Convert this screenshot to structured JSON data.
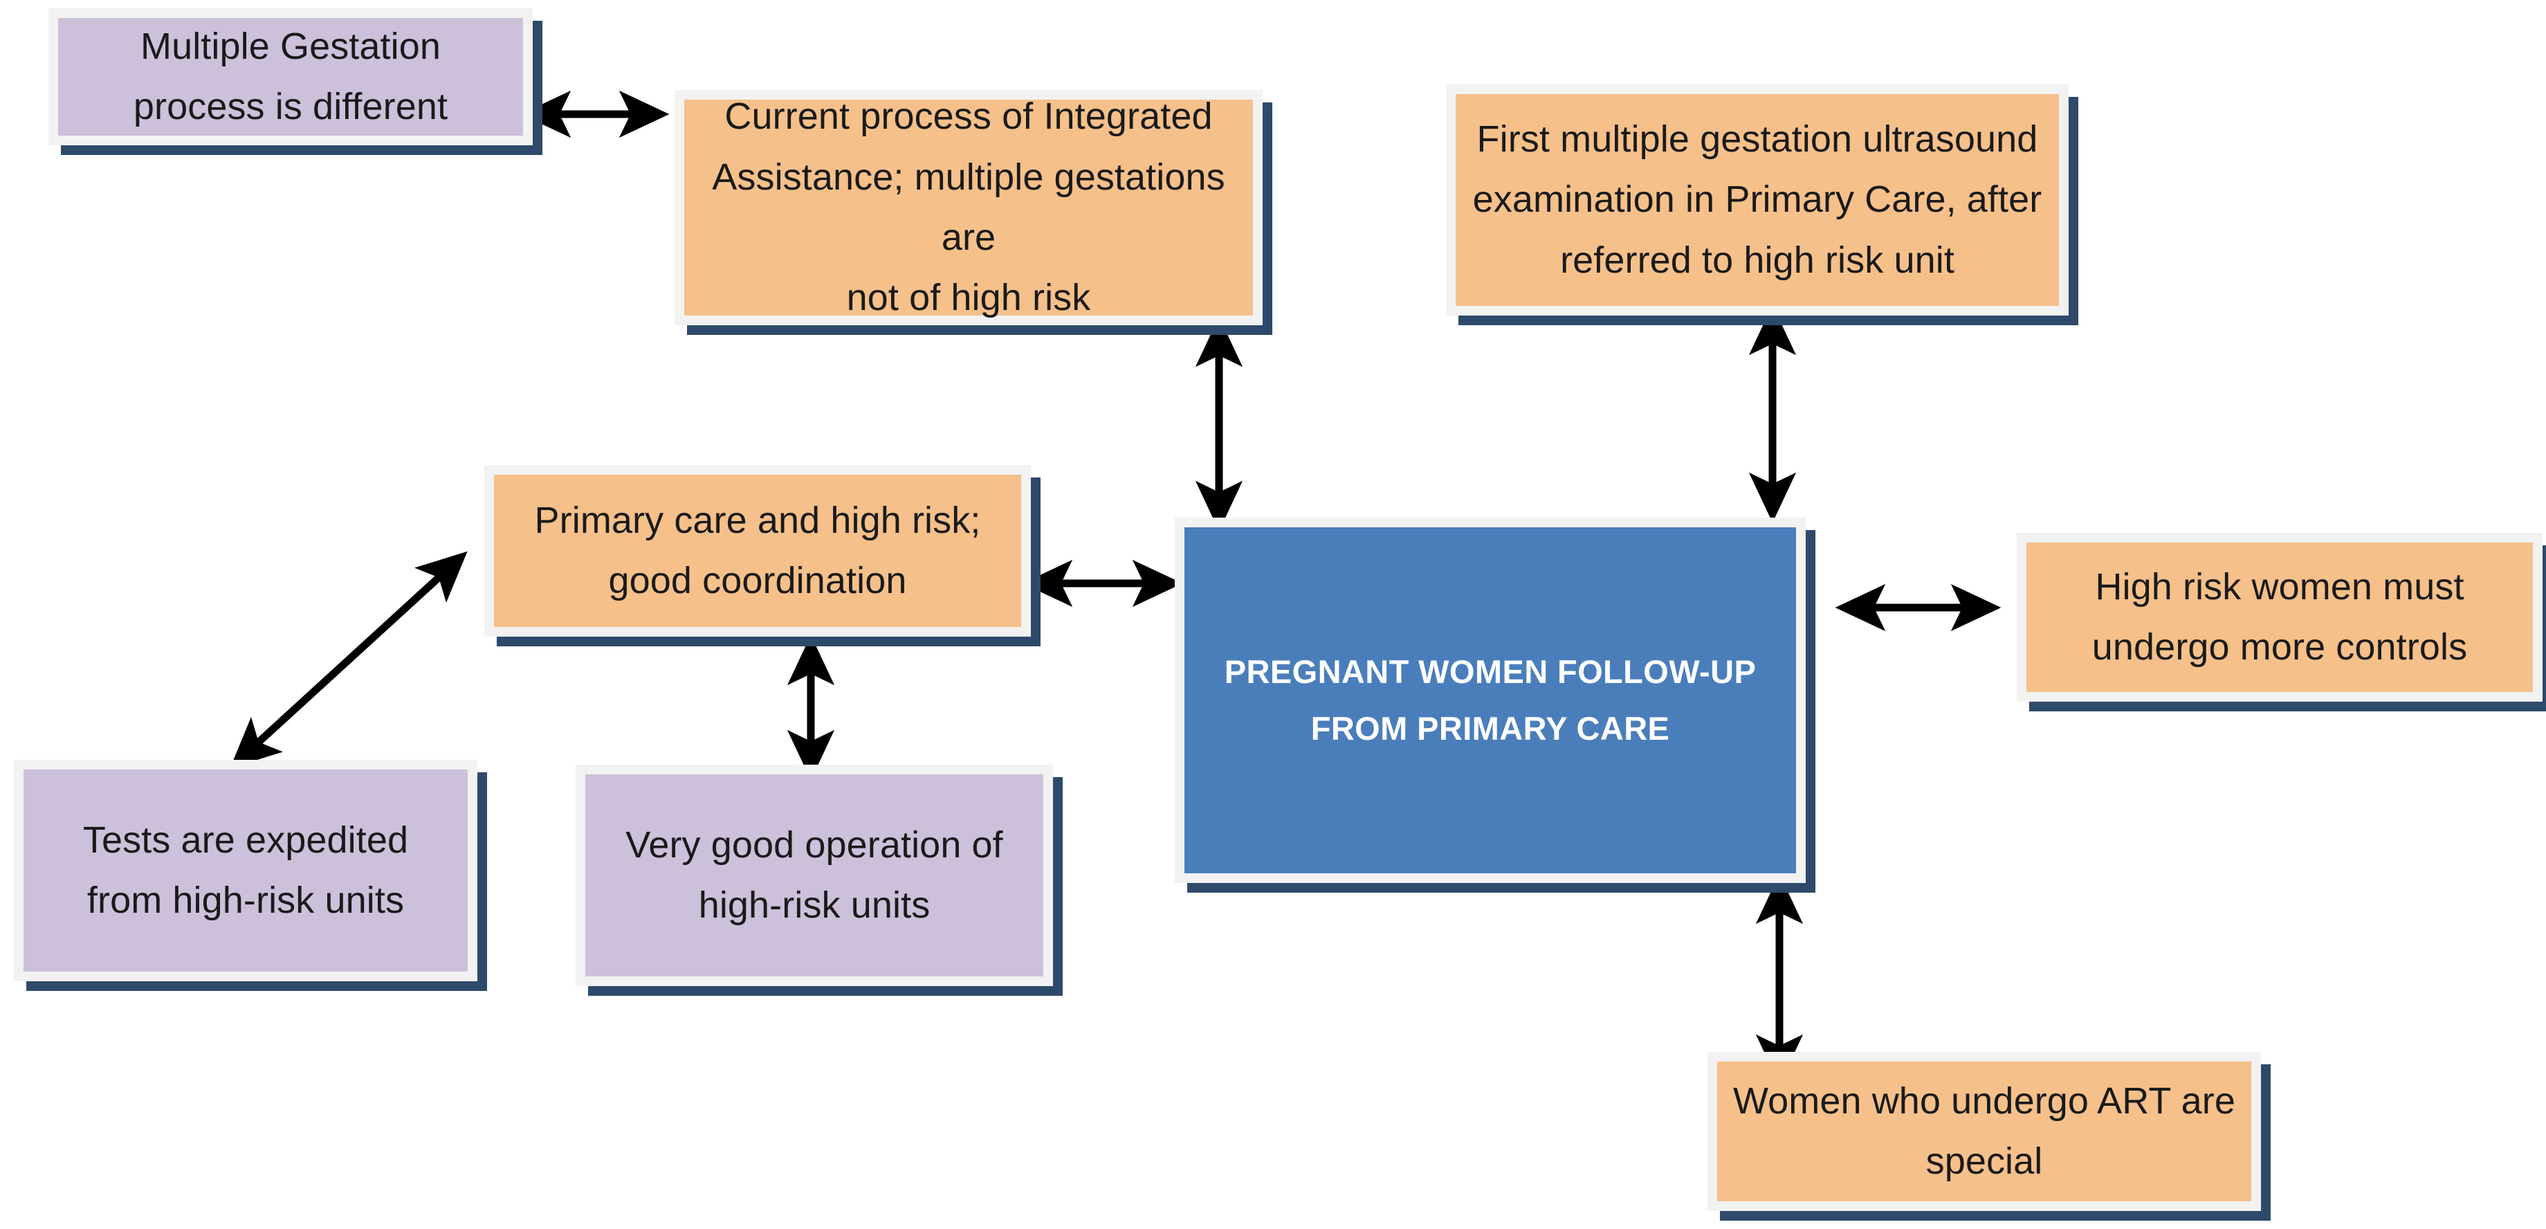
{
  "diagram": {
    "title": "Pregnant women follow-up from primary care concept map",
    "colors": {
      "orange_fill": "#f5c08a",
      "purple_fill": "#cdc0da",
      "blue_fill": "#4a7ebb",
      "frame": "#f2f2f2",
      "shadow": "#2e4a6b",
      "arrow": "#000000",
      "text": "#1a1a1a",
      "blue_text": "#ffffff",
      "background": "#ffffff"
    },
    "nodes": [
      {
        "id": "multiple-gestation-process",
        "fill": "purple",
        "lines": [
          "Multiple Gestation",
          "process is different"
        ]
      },
      {
        "id": "current-process-integrated-assistance",
        "fill": "orange",
        "lines": [
          "Current process of Integrated",
          "Assistance; multiple gestations are",
          "not of high risk"
        ]
      },
      {
        "id": "first-ultrasound-examination",
        "fill": "orange",
        "lines": [
          "First multiple gestation ultrasound",
          "examination in Primary Care, after",
          "referred to high risk unit"
        ]
      },
      {
        "id": "primary-care-coordination",
        "fill": "orange",
        "lines": [
          "Primary care and high risk;",
          "good coordination"
        ]
      },
      {
        "id": "pregnant-women-follow-up",
        "fill": "blue",
        "lines": [
          "PREGNANT WOMEN FOLLOW-UP",
          "FROM PRIMARY CARE"
        ]
      },
      {
        "id": "high-risk-women-controls",
        "fill": "orange",
        "lines": [
          "High risk women must",
          "undergo more controls"
        ]
      },
      {
        "id": "tests-expedited",
        "fill": "purple",
        "lines": [
          "Tests are expedited",
          "from high-risk units"
        ]
      },
      {
        "id": "very-good-operation",
        "fill": "purple",
        "lines": [
          "Very good operation of",
          "high-risk units"
        ]
      },
      {
        "id": "women-undergo-art",
        "fill": "orange",
        "lines": [
          "Women who undergo ART are",
          "special"
        ]
      }
    ],
    "connectors": [
      {
        "id": "multiple-gestation-to-current-process",
        "type": "double-arrow",
        "orientation": "horizontal"
      },
      {
        "id": "current-process-to-center",
        "type": "double-arrow",
        "orientation": "vertical"
      },
      {
        "id": "first-ultrasound-to-center",
        "type": "double-arrow",
        "orientation": "vertical"
      },
      {
        "id": "primary-care-to-center",
        "type": "double-arrow",
        "orientation": "horizontal"
      },
      {
        "id": "center-to-high-risk-controls",
        "type": "double-arrow",
        "orientation": "horizontal"
      },
      {
        "id": "center-to-women-art",
        "type": "double-arrow",
        "orientation": "vertical"
      },
      {
        "id": "primary-care-to-very-good-operation",
        "type": "double-arrow",
        "orientation": "vertical"
      },
      {
        "id": "tests-expedited-to-primary-care",
        "type": "double-arrow",
        "orientation": "diagonal"
      }
    ]
  }
}
